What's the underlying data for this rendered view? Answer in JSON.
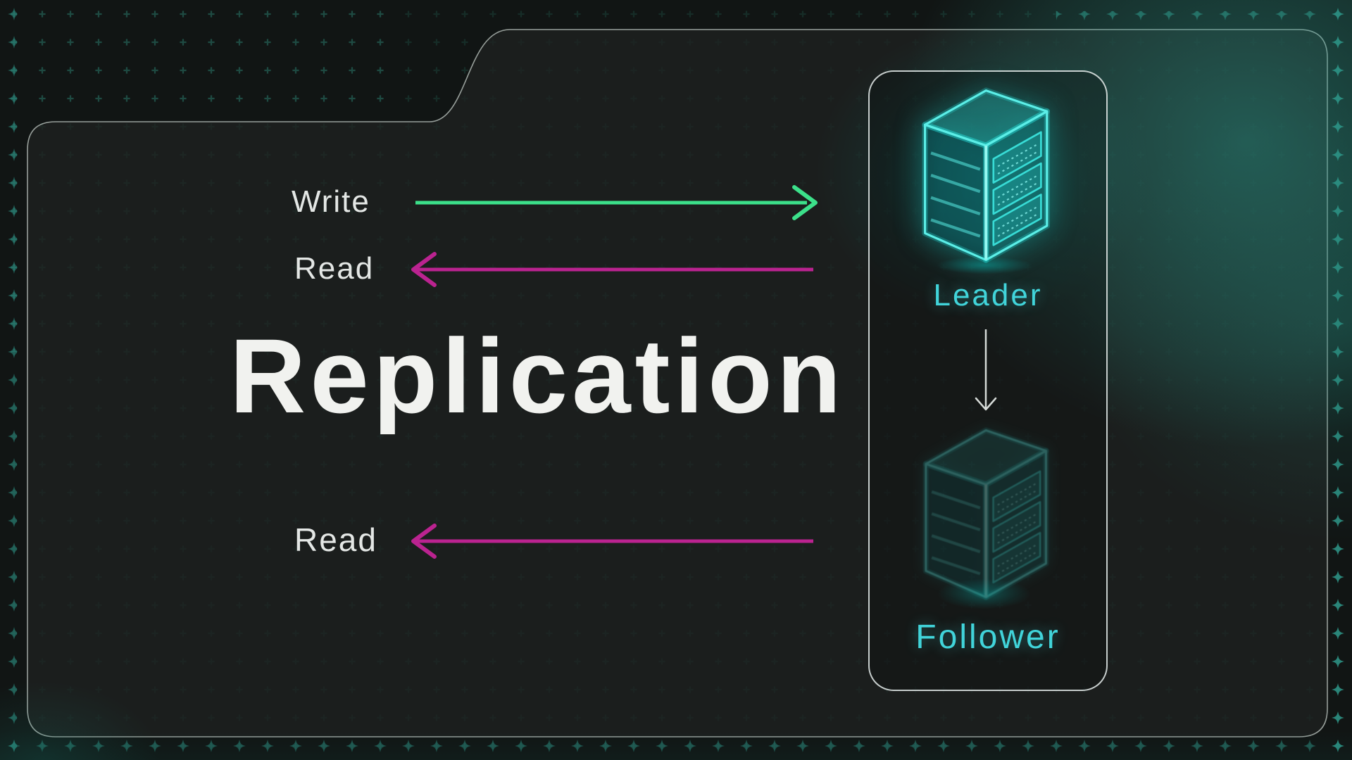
{
  "title": "Replication",
  "flows": [
    {
      "label": "Write",
      "direction": "right",
      "icon": "arrow-right-icon"
    },
    {
      "label": "Read",
      "direction": "left",
      "icon": "arrow-left-icon"
    },
    {
      "label": "Read",
      "direction": "left",
      "icon": "arrow-left-icon"
    }
  ],
  "cluster": {
    "leader": {
      "label": "Leader",
      "icon": "server-3d-icon"
    },
    "follower": {
      "label": "Follower",
      "icon": "server-3d-icon"
    },
    "link_icon": "arrow-down-icon"
  },
  "colors": {
    "write_arrow": "#3ce08a",
    "read_arrow": "#bb2390",
    "node_label": "#41d4da",
    "title": "#f1f2ef",
    "flow_label": "#e4e7e5",
    "server_neon": "#55eee8",
    "panel_border": "#e7efed",
    "container_border": "#aeb6b2",
    "background": "#111514",
    "glow": "#2b988a",
    "sparkle": "#2f9d8f"
  }
}
